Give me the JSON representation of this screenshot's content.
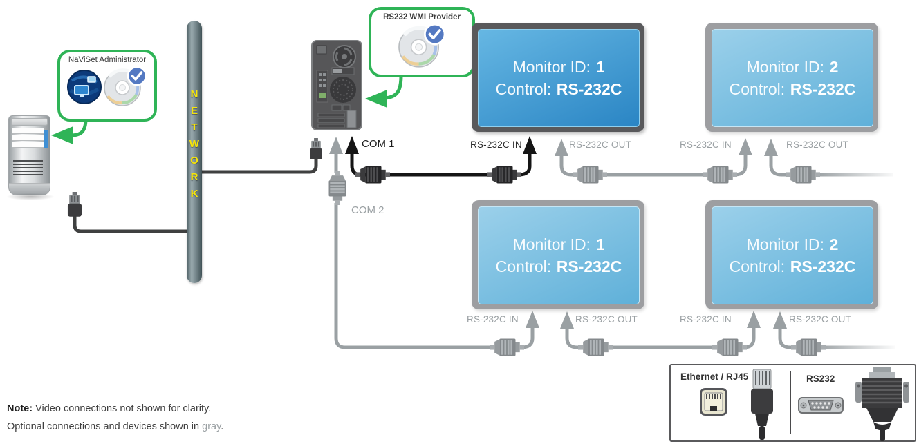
{
  "network": {
    "letters": [
      "N",
      "E",
      "T",
      "W",
      "O",
      "R",
      "K"
    ]
  },
  "server": {
    "badge": "NaViSet Administrator"
  },
  "pc": {
    "badge": "RS232 WMI Provider",
    "com1": "COM 1",
    "com2": "COM 2"
  },
  "labels": {
    "in": "RS-232C IN",
    "out": "RS-232C OUT"
  },
  "monitors": [
    {
      "id_label": "Monitor ID:",
      "id_value": "1",
      "control_label": "Control:",
      "control_value": "RS-232C",
      "optional": false
    },
    {
      "id_label": "Monitor ID:",
      "id_value": "2",
      "control_label": "Control:",
      "control_value": "RS-232C",
      "optional": true
    },
    {
      "id_label": "Monitor ID:",
      "id_value": "1",
      "control_label": "Control:",
      "control_value": "RS-232C",
      "optional": true
    },
    {
      "id_label": "Monitor ID:",
      "id_value": "2",
      "control_label": "Control:",
      "control_value": "RS-232C",
      "optional": true
    }
  ],
  "legend": {
    "ethernet": "Ethernet / RJ45",
    "rs232": "RS232"
  },
  "note": {
    "bold": "Note:",
    "line1": " Video connections not shown for clarity.",
    "line2_pre": "Optional connections and devices shown in ",
    "line2_gray": "gray",
    "line2_post": "."
  },
  "colors": {
    "nec_green": "#2fb457",
    "network_yellow": "#f6e50a",
    "active_screen_top": "#66b7e3",
    "active_screen_bottom": "#2a85c4",
    "optional_screen_top": "#9bd0ea",
    "optional_screen_bottom": "#5fb0d9",
    "black_cable": "#151515",
    "gray_cable": "#9aa0a3",
    "dark_cable": "#3f4040"
  }
}
